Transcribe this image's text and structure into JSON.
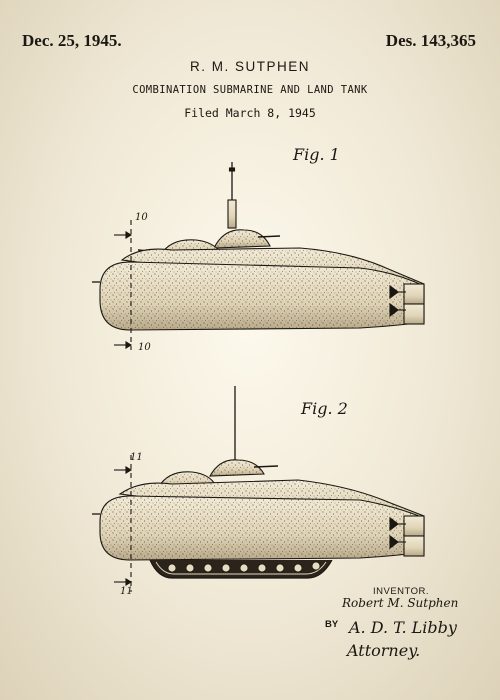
{
  "patent": {
    "date": "Dec. 25, 1945.",
    "number": "Des. 143,365",
    "inventor_name": "R. M. SUTPHEN",
    "title": "COMBINATION SUBMARINE AND LAND TANK",
    "filed": "Filed March 8, 1945"
  },
  "figures": [
    {
      "label": "Fig. 1",
      "refs": [
        "10",
        "10"
      ]
    },
    {
      "label": "Fig. 2",
      "refs": [
        "11",
        "11"
      ]
    }
  ],
  "signatures": {
    "inventor_label": "INVENTOR.",
    "inventor_signature": "Robert M. Sutphen",
    "by_label": "BY",
    "attorney_signature": "A. D. T. Libby",
    "attorney_label": "Attorney."
  },
  "colors": {
    "paper": "#efe8d6",
    "ink": "#1b1712",
    "hull": "#e6dcc2"
  }
}
